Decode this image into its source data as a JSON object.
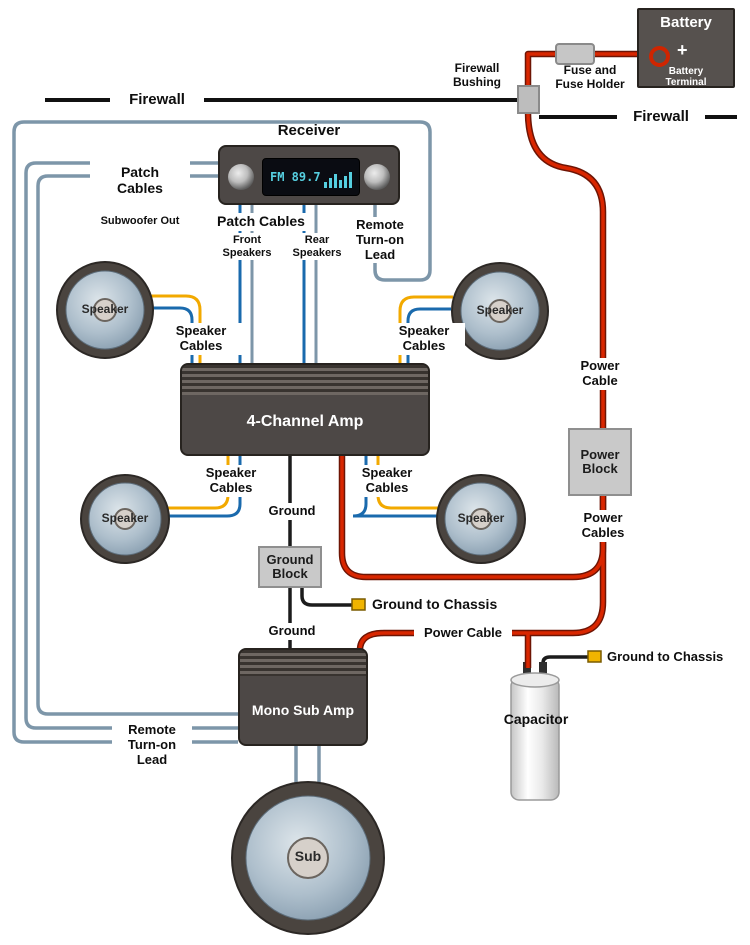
{
  "battery": {
    "title": "Battery",
    "plus": "+",
    "terminal": "Battery\nTerminal"
  },
  "fuse_label": "Fuse and\nFuse Holder",
  "firewall": {
    "left": "Firewall",
    "right": "Firewall",
    "bushing": "Firewall\nBushing"
  },
  "receiver": {
    "title": "Receiver",
    "display": "FM 89.7"
  },
  "patch": {
    "sub_title": "Patch\nCables",
    "sub_subtitle": "Subwoofer Out",
    "main": "Patch Cables",
    "front": "Front\nSpeakers",
    "rear": "Rear\nSpeakers",
    "remote": "Remote\nTurn-on\nLead"
  },
  "speaker": {
    "label": "Speaker",
    "cables": "Speaker\nCables"
  },
  "amp4": {
    "label": "4-Channel Amp"
  },
  "mono": {
    "label": "Mono Sub Amp"
  },
  "subwoofer": {
    "label": "Sub"
  },
  "power": {
    "cable": "Power\nCable",
    "block": "Power\nBlock",
    "cables": "Power\nCables",
    "cable_bottom": "Power Cable"
  },
  "ground": {
    "top": "Ground",
    "block": "Ground\nBlock",
    "bottom": "Ground",
    "chassis_left": "Ground to Chassis",
    "chassis_right": "Ground to Chassis"
  },
  "capacitor": {
    "label": "Capacitor"
  },
  "remote_bottom": "Remote\nTurn-on\nLead",
  "colors": {
    "power_cable": "#d92600",
    "ground_wire": "#1c1c1c",
    "speaker_wire_yellow": "#f2a900",
    "speaker_wire_blue": "#1a6aad",
    "signal_wire_gray": "#7d96a9",
    "panel_dark": "#4d4846",
    "block_gray": "#c9c9c9",
    "display_teal": "#56cfe0"
  }
}
